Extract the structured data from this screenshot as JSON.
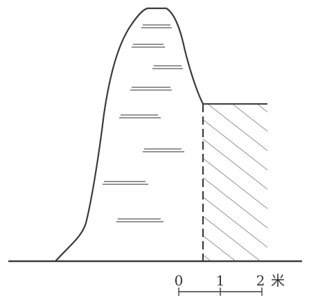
{
  "scale_bar": {
    "ticks": [
      "0",
      "1",
      "2"
    ],
    "unit": "米"
  },
  "colors": {
    "ink": "#3a3a3a",
    "background": "#ffffff"
  }
}
